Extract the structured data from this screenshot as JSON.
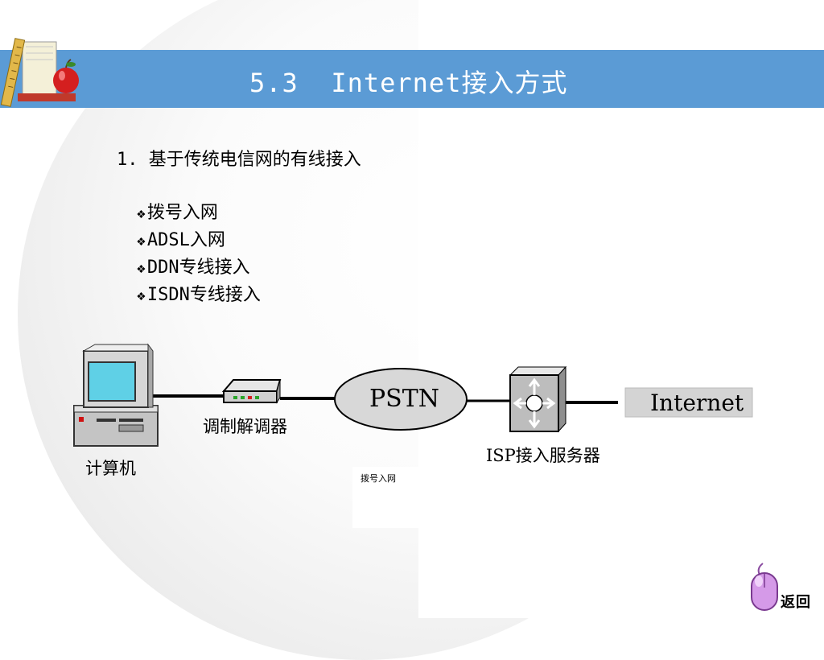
{
  "slide": {
    "title": "5.3  Internet接入方式",
    "heading": "1. 基于传统电信网的有线接入",
    "bullets": [
      "拨号入网",
      "ADSL入网",
      "DDN专线接入",
      "ISDN专线接入"
    ],
    "bullet_icon": "diamond-bullet-icon"
  },
  "diagram": {
    "computer_label": "计算机",
    "modem_label": "调制解调器",
    "pstn_label": "PSTN",
    "isp_label": "ISP接入服务器",
    "internet_label": "Internet",
    "caption": "拨号入网"
  },
  "nav": {
    "return_label": "返回"
  },
  "colors": {
    "title_bar": "#5b9bd5",
    "monitor_screen": "#5fd0e6",
    "return_icon": "#d59ae8"
  }
}
